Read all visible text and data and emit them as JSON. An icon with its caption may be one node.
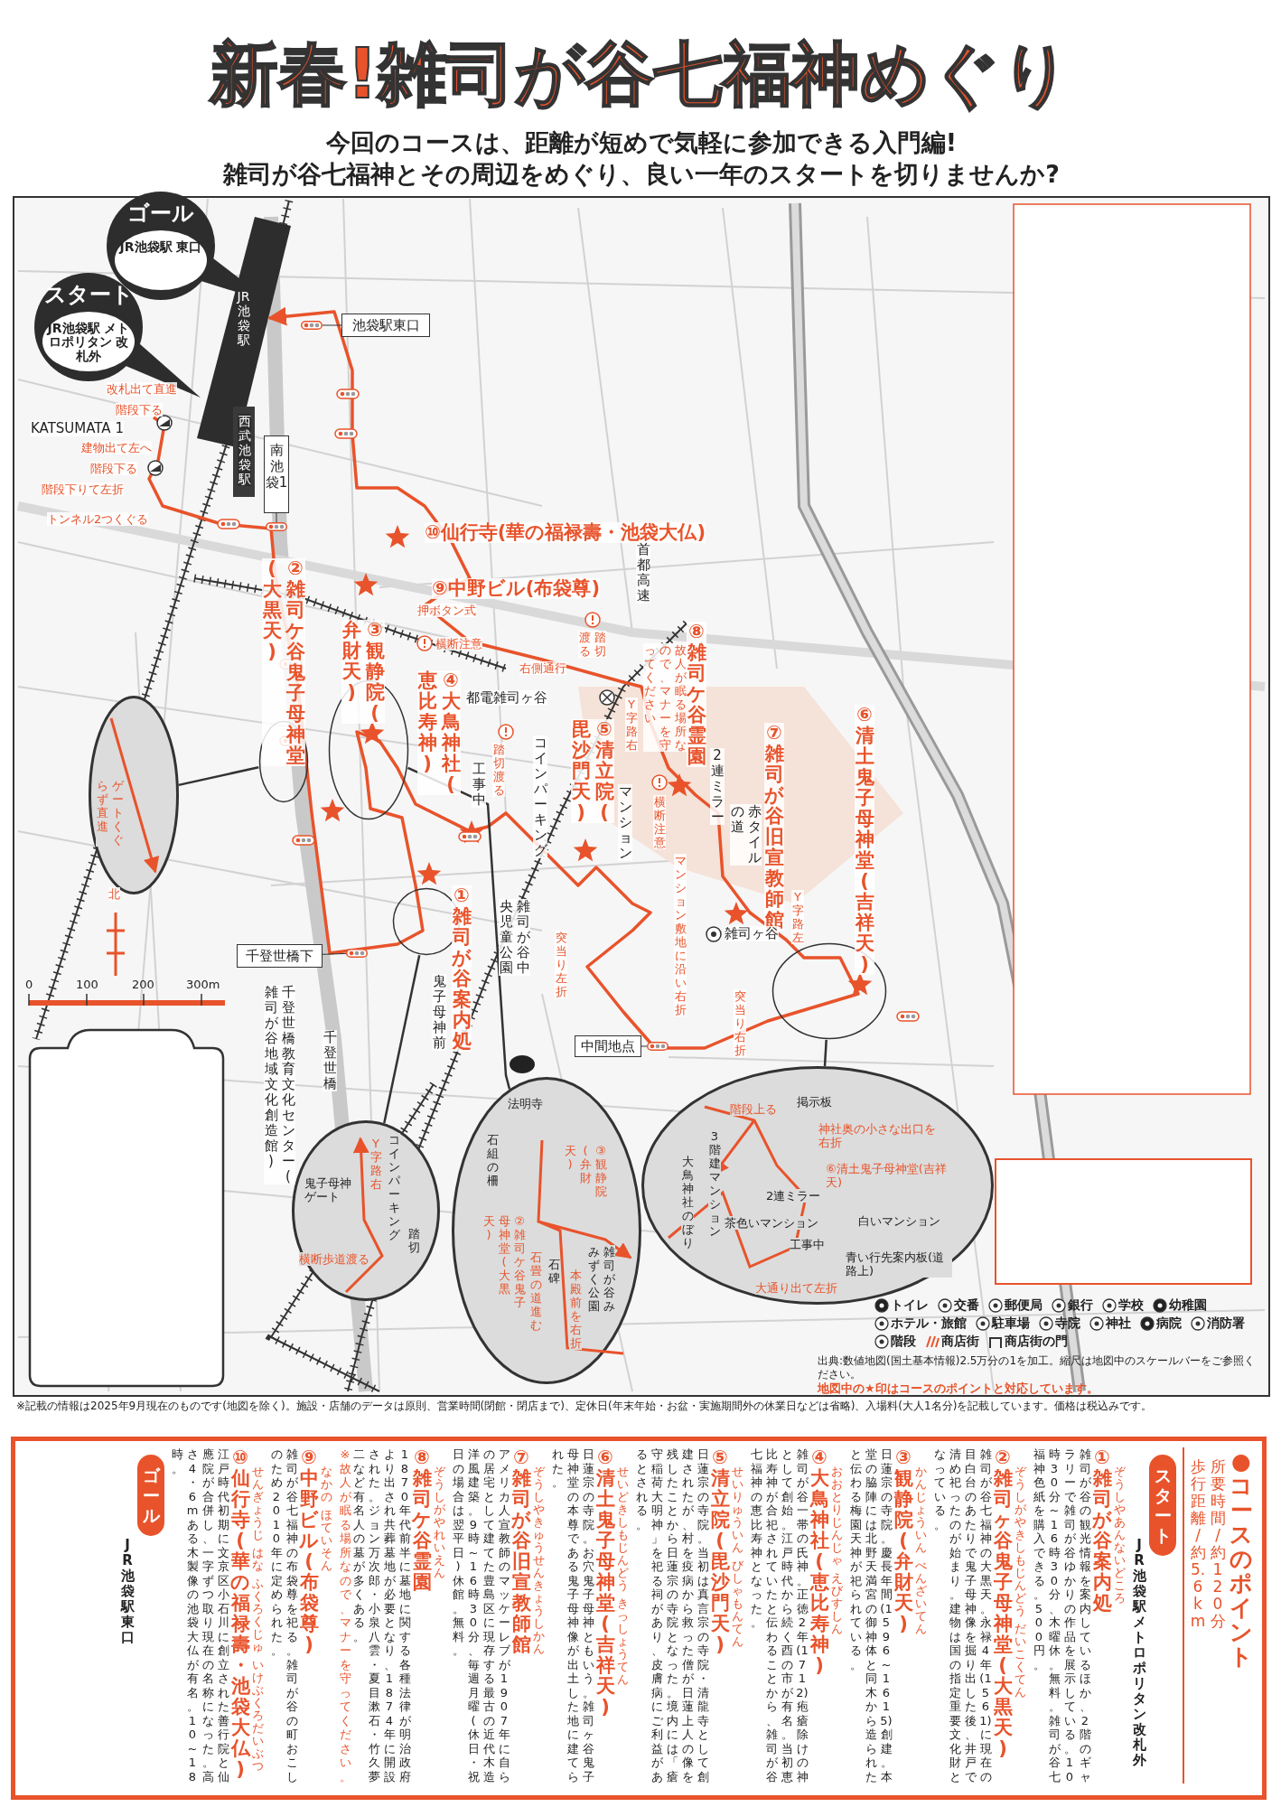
{
  "diagram": {
    "title": "新春!雑司が谷七福神めぐり",
    "nodes": [
      {
        "text": [
          "ゴール",
          "JR池袋駅 東口"
        ]
      },
      {
        "text": [
          "スタート",
          "JR池袋駅 メトロポリタン 改札外"
        ]
      },
      {
        "text": [
          "池袋駅東口"
        ]
      },
      {
        "text": [
          "南池袋1"
        ]
      },
      {
        "text": [
          "千登世橋下"
        ]
      },
      {
        "text": [
          "中間地点"
        ]
      },
      {
        "text": [],
        "shape": "circle"
      },
      {
        "text": [
          "ゲートくぐらず直進"
        ]
      },
      {
        "text": [],
        "shape": "circle"
      },
      {
        "text": [
          "Y字路右",
          "鬼子母神ゲート",
          "コインパーキング",
          "踏切",
          "横断歩道渡る"
        ]
      },
      {
        "text": [],
        "shape": "circle"
      },
      {
        "text": [
          "法明寺",
          "石組の柵",
          "③観静院(弁財天)",
          "②雑司ケ谷鬼子母神堂(大黒天)",
          "石畳の道進む",
          "石碑",
          "本殿前を右折",
          "雑司が谷みみずく公園"
        ]
      },
      {
        "text": [],
        "shape": "circle"
      },
      {
        "text": [
          "階段上る",
          "掲示板",
          "3階建マンション",
          "大鳥神社のぼり",
          "神社奥の小さな出口を右折",
          "⑥清土鬼子母神堂(吉祥天)",
          "2連ミラー",
          "茶色いマンション",
          "白いマンション",
          "工事中",
          "青い行先案内板(道路上)",
          "大通り出て左折"
        ]
      },
      {
        "text": [],
        "shape": "signal"
      },
      {
        "text": [],
        "shape": "signal"
      },
      {
        "text": [],
        "shape": "signal"
      },
      {
        "text": [],
        "shape": "signal"
      }
    ],
    "edges": [
      {
        "from": 6,
        "to": 7,
        "arrow": "none"
      },
      {
        "from": 8,
        "to": 9,
        "arrow": "none"
      },
      {
        "from": 10,
        "to": 11,
        "arrow": "none"
      },
      {
        "from": 12,
        "to": 13,
        "arrow": "none"
      },
      {
        "from": 2,
        "to": 14,
        "arrow": "none"
      },
      {
        "from": 3,
        "to": 15,
        "arrow": "none"
      },
      {
        "from": 4,
        "to": 16,
        "arrow": "none"
      },
      {
        "from": 5,
        "to": 17,
        "arrow": "none"
      }
    ],
    "labels": [
      "今回のコースは、距離が短めで気軽に参加できる入門編!雑司が谷七福神とその周辺をめぐり、良い一年のスタートを切りませんか?",
      "JR池袋駅",
      "西武池袋駅",
      "改札出て直進",
      "階段下る",
      "KATSUMATA 1",
      "建物出て左へ",
      "階段下る",
      "階段下りて左折",
      "トンネル2つくぐる",
      "⑩仙行寺(華の福禄壽・池袋大仏)",
      "⑨中野ビル(布袋尊)",
      "押ボタン式",
      "横断注意",
      "②雑司ケ谷鬼子母神堂(大黒天)",
      "③観静院(弁財天)",
      "④大鳥神社(恵比寿神)",
      "首都高速",
      "右側通行",
      "踏切渡る",
      "都電雑司ヶ谷",
      "⑧雑司ケ谷霊園",
      "故人が眠る場所なので、マナーを守ってください",
      "Y字路右",
      "⑤清立院(毘沙門天)",
      "コインパーキング",
      "工事中",
      "踏切渡る",
      "マンション",
      "2連ミラー",
      "横断注意",
      "赤タイルの道",
      "⑦雑司が谷旧宣教師館",
      "⑥清土鬼子母神堂(吉祥天)",
      "マンション敷地に沿い右折",
      "①雑司が谷案内処",
      "雑司が谷中央児童公園",
      "突当り左折",
      "Y字路左",
      "雑司ヶ谷",
      "突当り右折",
      "鬼子母神前",
      "千登世橋教育文化センター(雑司が谷地域文化創造館)",
      "千登世橋",
      "北",
      "0",
      "100",
      "200",
      "300m",
      "出典:数値地図(国土基本情報)2.5万分の1を加工。縮尺は地図中のスケールバーをご参照ください。",
      "地図中の★印はコースのポイントと対応しています。",
      "※記載の情報は2025年9月現在のものです(地図を除く)。施設・店舗のデータは原則、営業時間(閉館・閉店まで)、定休日(年末年始・お盆・実施期間外の休業日などは省略)、入場料(大人1名分)を記載しています。価格は税込みです。",
      "●コースのポイント",
      "所要時間/約120分",
      "歩行距離/約5.6km",
      "スタート",
      "JR池袋駅メトロポリタン改札外",
      "①雑司が谷案内処",
      "ぞうしやあんないどころ",
      "雑司が谷の観光情報を案内しているほか、2階のギャラリーで雑司が谷ゆかりの作品を展示している。10時30分~16時30分、木曜休。無料。雑司が谷七福神色紙を購入できる。500円。",
      "②雑司ヶ谷鬼子母神堂(大黒天)",
      "ぞうしがやきしもじんどう",
      "だいこくてん",
      "雑司が谷七福神の大黒天。永禄4年(1561)に現在の目白台のあたりで鬼子母神像を掘り出した後、井戸で清め祀ったのが始まり。建物は国の指定重要文化財となっている。",
      "③観静院(弁財天)",
      "かんじょういん",
      "べんざいてん",
      "日蓮宗の寺院。慶長年間(1596~1615)創建。本堂の脇陣には北野天満宮の御神体と同木から造られたと伝わる梅園天神が祀られている。",
      "④大鳥神社(恵比寿神)",
      "おおとりじんじゃ",
      "えびすしん",
      "雑司が谷一帯の氏神。正徳2年(1712)疱瘡除けの神として創始。江戸時代から続く酉の市が有名。当初恵比寿神が合祀されていたと伝わることから、雑司が谷七福神の恵比寿神となった。",
      "⑤清立院(毘沙門天)",
      "せいりゅういん",
      "びしゃもんてん",
      "日蓮宗の寺院。当初は真言宗の寺院・清龍寺として創建されたが、村を疫病から救った僧が日蓮上人の像を残したことから日蓮宗の寺院となった。境内には「瘡守稲荷大明神」を祀る祠があり、皮膚病にご利益があるとされる。",
      "⑥清土鬼子母神堂(吉祥天)",
      "せいどきしもじんどう",
      "きっしょうてん",
      "日蓮宗の寺院。お穴鬼子母神ともいう。雑司ヶ谷鬼子母神堂の本尊である鬼子母神像が出土した地に建てられた。",
      "⑦雑司が谷旧宣教師館",
      "ぞうしやきゅうせんきょうしかん",
      "アメリカ人宣教師のマッケーレブが1907年に自らの居宅として建てた豊島区に現存する最古の近代木造洋風建築。9時~16時30分、毎週月曜(休日・祝日の場合は翌平日)休館。無料。",
      "⑧雑司ケ谷霊園",
      "ぞうしがやれいえん",
      "1870年代前半に墓地に関する各種法律が明治政府より出され共葬墓地が必要となり、1874年に開設された。ジョン万次郎・小泉八雲・夏目漱石・竹久夢二など有名人の墓が多くある。",
      "※故人が眠る場所なので、マナーを守ってください。",
      "⑨中野ビル(布袋尊)",
      "なかの",
      "ほていそん",
      "雑司が谷七福神の布袋尊を祀る。雑司が谷の町おこしのため2010年に定められた。",
      "⑩仙行寺(華の福禄壽・池袋大仏)",
      "せんぎょうじ",
      "はな",
      "ふくろくじゅ",
      "いけぶくろだいぶつ",
      "江戸時代初期に文京区小石川に創立された善行院と仙應院が合併し、一字ずつ取り現在の名称になった。高さ4・6mある木製像の池袋大仏が有名。10~18時。",
      "ゴール",
      "JR池袋駅東口"
    ],
    "legend": [
      {
        "text": "トイレ"
      },
      {
        "text": "交番"
      },
      {
        "text": "郵便局"
      },
      {
        "text": "銀行"
      },
      {
        "text": "学校"
      },
      {
        "text": "幼稚園"
      },
      {
        "text": "ホテル・旅館"
      },
      {
        "text": "駐車場"
      },
      {
        "text": "寺院"
      },
      {
        "text": "神社"
      },
      {
        "text": "病院"
      },
      {
        "text": "消防署"
      },
      {
        "text": "階段"
      },
      {
        "text": "商店街"
      },
      {
        "text": "商店街の門"
      }
    ]
  }
}
